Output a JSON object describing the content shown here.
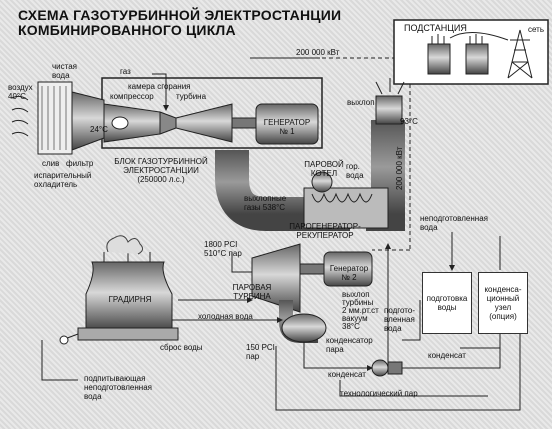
{
  "title_line1": "СХЕМА ГАЗОТУРБИННОЙ ЭЛЕКТРОСТАНЦИИ",
  "title_line2": "КОМБИНИРОВАННОГО ЦИКЛА",
  "substation": "ПОДСТАНЦИЯ",
  "grid": "сеть",
  "power_top": "200 000 кВт",
  "power_side": "200 000 кВт",
  "gas": "газ",
  "air": "воздух",
  "air_temp": "40°C",
  "clean_water": "чистая вода",
  "combustion_chamber": "камера сгорания",
  "compressor": "компрессор",
  "turbine": "турбина",
  "temp_24": "24°C",
  "generator1": "ГЕНЕРАТОР\n№ 1",
  "drain": "слив",
  "filter": "фильтр",
  "evap_cooler": "испарительный\nохладитель",
  "gt_block": "БЛОК ГАЗОТУРБИННОЙ\nЭЛЕКТРОСТАНЦИИ\n(250000 л.с.)",
  "exhaust_gas": "выхлопные\nгазы 538°C",
  "exhaust": "выхлоп",
  "temp_93": "93°C",
  "steam_boiler": "ПАРОВОЙ\nКОТЕЛ",
  "hot_water": "гор.\nвода",
  "hrsg": "ПАРОГЕНЕРАТОР-\nРЕКУПЕРАТОР",
  "raw_water": "неподготовленная\nвода",
  "steam_1800": "1800 PCI\n510°C пар",
  "steam_turbine": "ПАРОВАЯ\nТУРБИНА",
  "generator2": "Генератор\n№ 2",
  "turbine_exhaust": "выхлоп\nтурбины\n2 мм.рт.ст\nвакуум\n38°C",
  "cooling_tower": "ГРАДИРНЯ",
  "cold_water": "холодная вода",
  "water_discharge": "сброс воды",
  "steam_150": "150 PCI\nпар",
  "steam_condenser": "конденсатор\nпара",
  "condensate": "конденсат",
  "condensate2": "конденсат",
  "prepared_water": "подгото-\nвленная\nвода",
  "water_prep": "подготовка\nводы",
  "cond_unit": "конденса-\nционный\nузел\n(опция)",
  "makeup_water": "подпитывающая\nнеподготовленная\nвода",
  "process_steam": "технологический пар"
}
